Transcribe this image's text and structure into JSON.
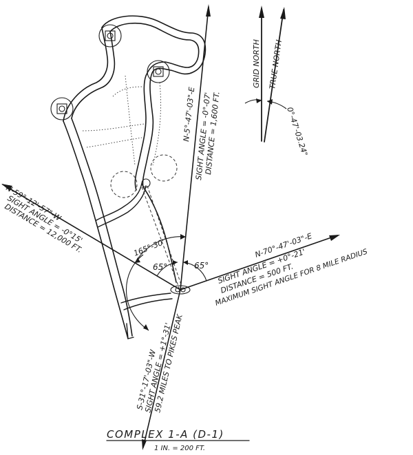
{
  "north": {
    "grid_label": "GRID NORTH",
    "true_label": "TRUE NORTH",
    "declination": "0°-47'-03.24\""
  },
  "lines": {
    "north_bearing": "N-5°-47'-03\"-E",
    "north_sight_angle": "SIGHT ANGLE = -0°-07'",
    "north_distance": "DISTANCE = 1,600 FT.",
    "west_bearing": "N-59°-12'-57\"-W",
    "west_sight_angle": "SIGHT ANGLE = -0°15'",
    "west_distance": "DISTANCE = 12,000 FT.",
    "east_bearing": "N-70°-47'-03\"-E",
    "east_sight_angle": "SIGHT ANGLE = +0°-21'",
    "east_distance": "DISTANCE = 500 FT.",
    "east_note": "MAXIMUM SIGHT ANGLE FOR 8 MILE RADIUS",
    "south_bearing": "S-31°-17'-03\"-W",
    "south_sight_angle": "SIGHT ANGLE = +1°-31'",
    "south_note": "59.2 MILES TO PIKES PEAK"
  },
  "angles": {
    "big": "165°-30'",
    "left": "65°",
    "right": "65°"
  },
  "title": {
    "main": "COMPLEX 1-A (D-1)",
    "scale": "1 IN. = 200 FT."
  }
}
